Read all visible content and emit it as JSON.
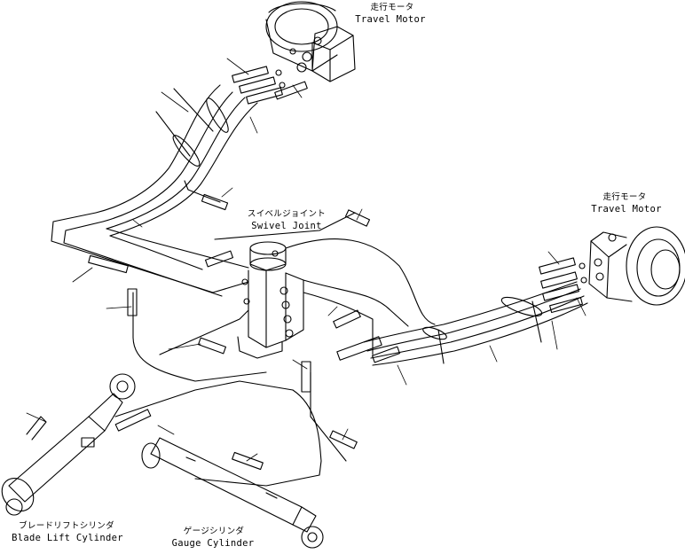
{
  "labels": {
    "travel_motor_top": {
      "jp": "走行モータ",
      "en": "Travel Motor"
    },
    "travel_motor_right": {
      "jp": "走行モータ",
      "en": "Travel Motor"
    },
    "swivel_joint": {
      "jp": "スイベルジョイント",
      "en": "Swivel Joint"
    },
    "blade_lift_cylinder": {
      "jp": "ブレードリフトシリンダ",
      "en": "Blade Lift Cylinder"
    },
    "gauge_cylinder": {
      "jp": "ゲージシリンダ",
      "en": "Gauge Cylinder"
    }
  }
}
